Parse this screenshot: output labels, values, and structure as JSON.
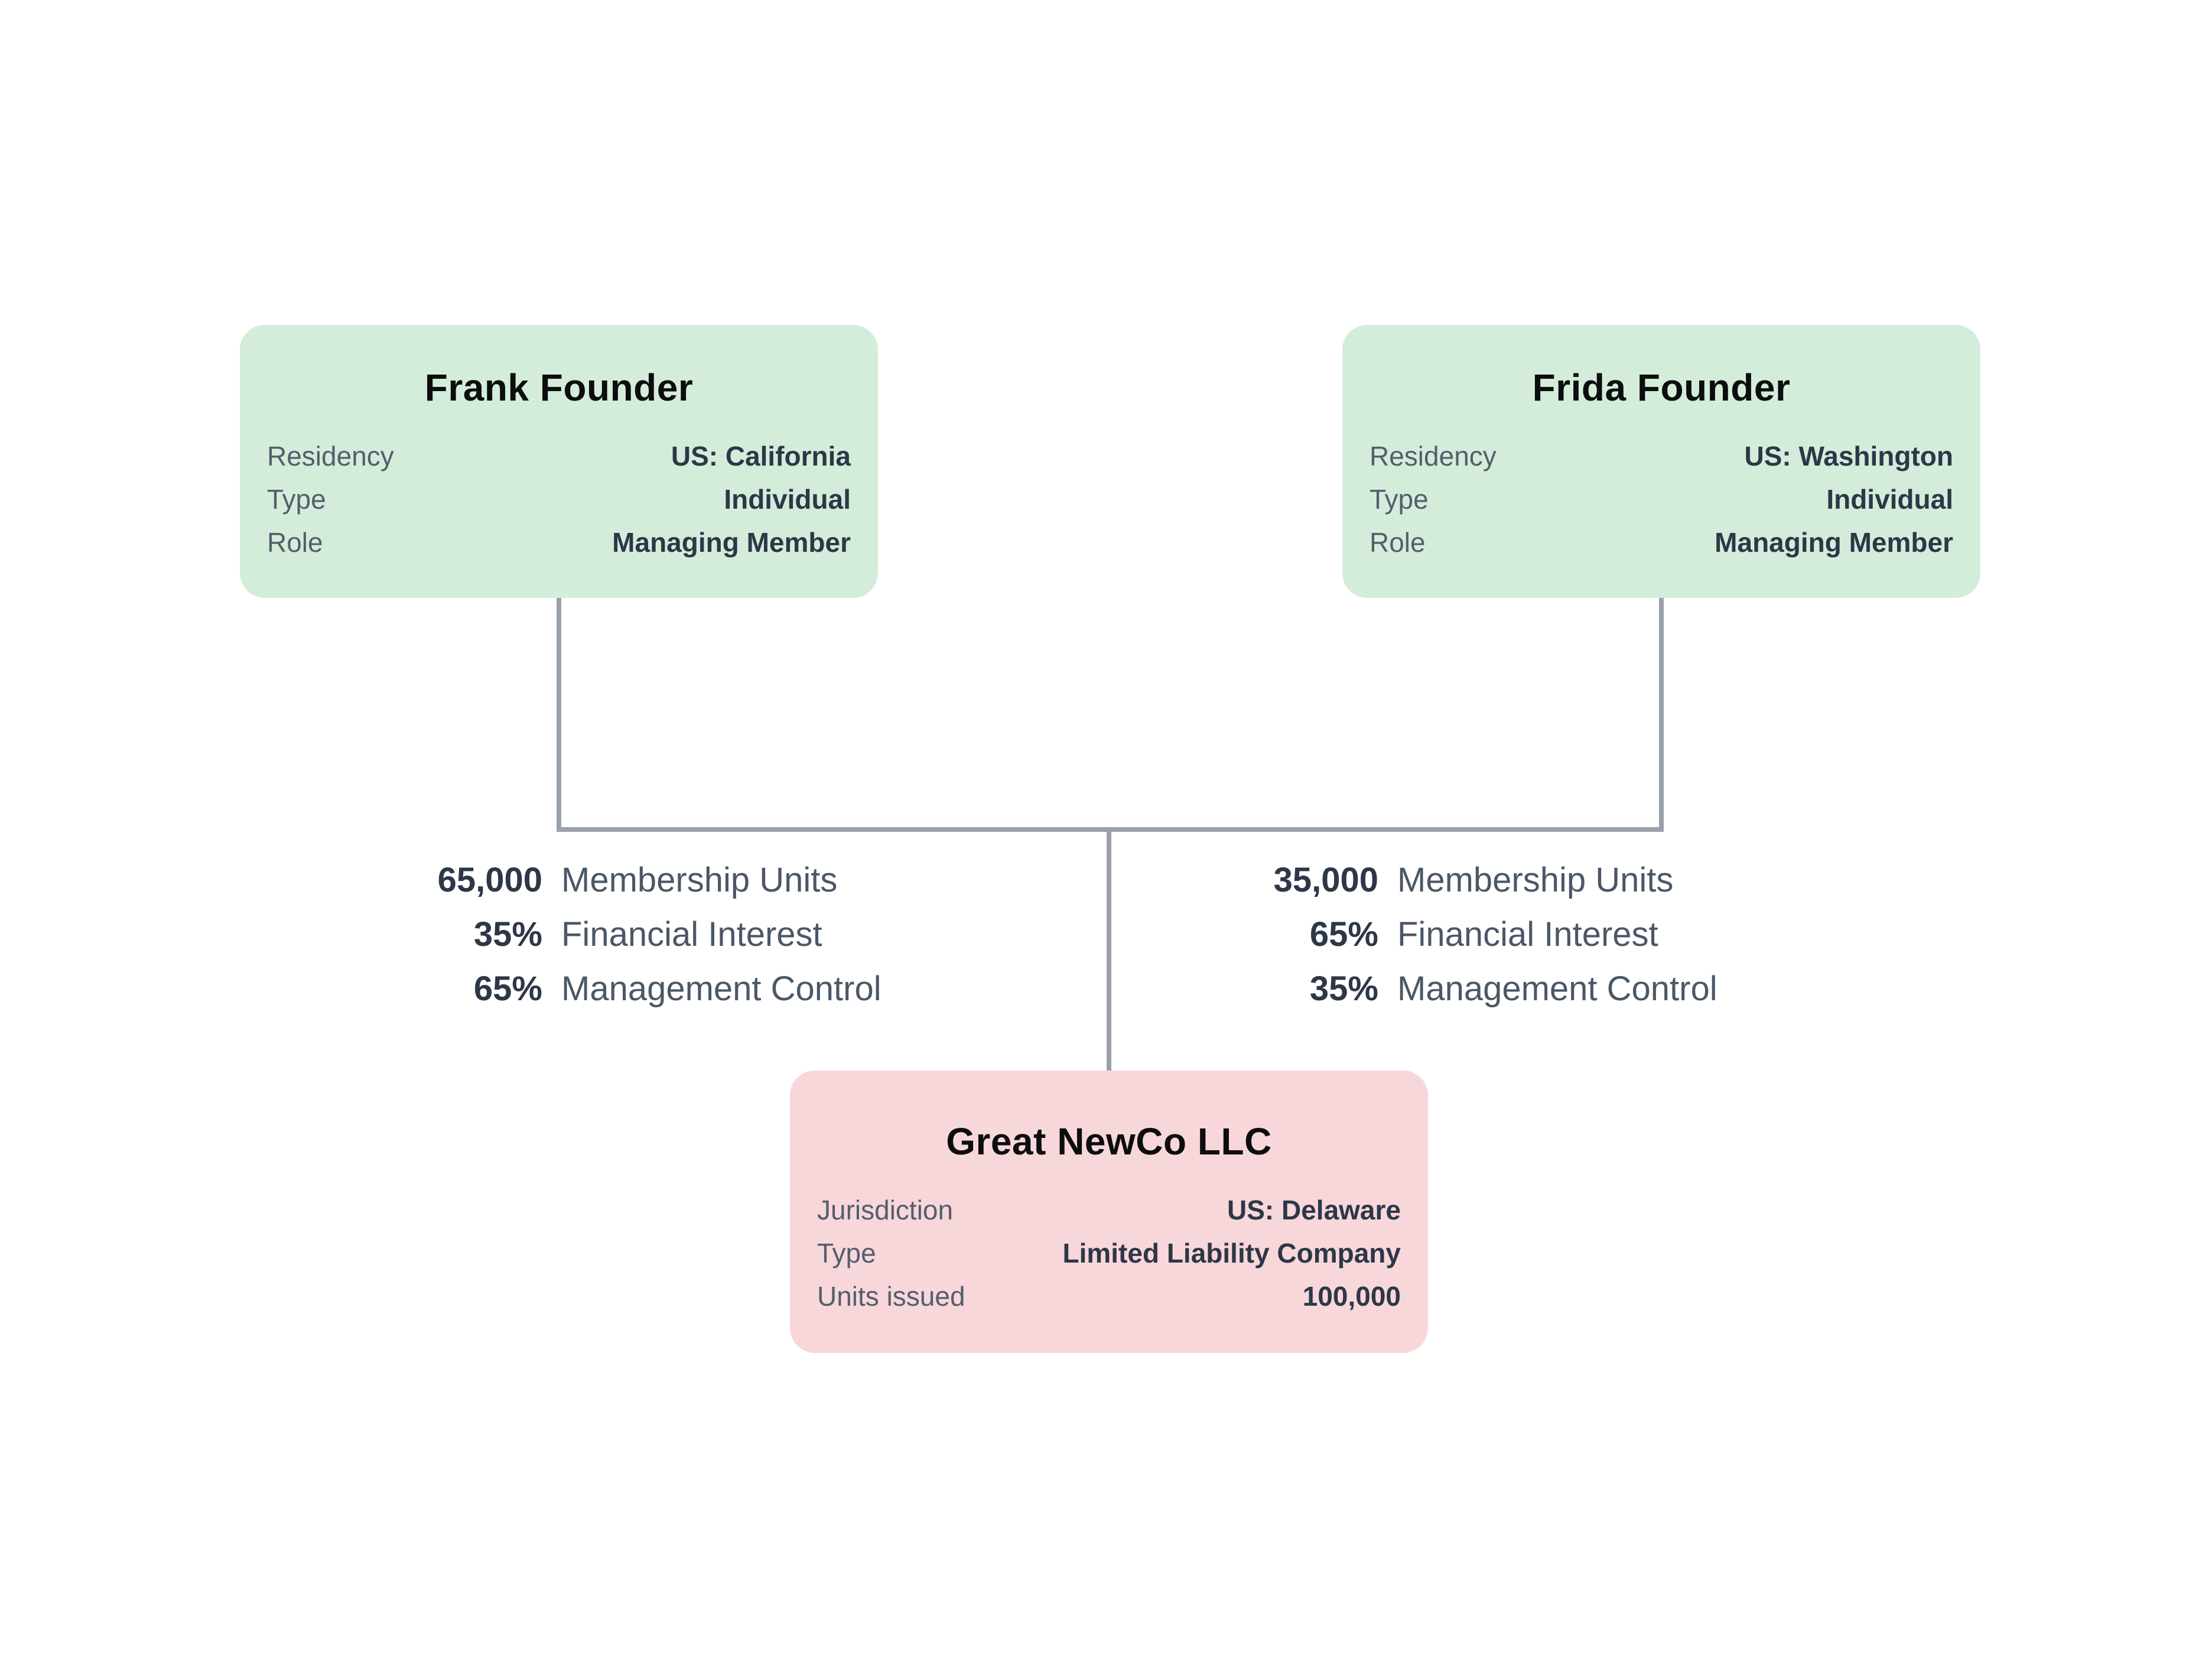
{
  "nodes": {
    "frank": {
      "title": "Frank Founder",
      "rows": [
        {
          "label": "Residency",
          "value": "US: California"
        },
        {
          "label": "Type",
          "value": "Individual"
        },
        {
          "label": "Role",
          "value": "Managing Member"
        }
      ]
    },
    "frida": {
      "title": "Frida Founder",
      "rows": [
        {
          "label": "Residency",
          "value": "US: Washington"
        },
        {
          "label": "Type",
          "value": "Individual"
        },
        {
          "label": "Role",
          "value": "Managing Member"
        }
      ]
    },
    "newco": {
      "title": "Great NewCo LLC",
      "rows": [
        {
          "label": "Jurisdiction",
          "value": "US: Delaware"
        },
        {
          "label": "Type",
          "value": "Limited Liability Company"
        },
        {
          "label": "Units issued",
          "value": "100,000"
        }
      ]
    }
  },
  "edges": {
    "frank_to_newco": {
      "rows": [
        {
          "value": "65,000",
          "label": "Membership Units"
        },
        {
          "value": "35%",
          "label": "Financial Interest"
        },
        {
          "value": "65%",
          "label": "Management Control"
        }
      ]
    },
    "frida_to_newco": {
      "rows": [
        {
          "value": "35,000",
          "label": "Membership Units"
        },
        {
          "value": "65%",
          "label": "Financial Interest"
        },
        {
          "value": "35%",
          "label": "Management Control"
        }
      ]
    }
  },
  "colors": {
    "founder_bg": "#d4edda",
    "company_bg": "#f8d7da",
    "connector": "#9aa1ab",
    "title_text": "#0c0d0e",
    "value_text": "#2d3748",
    "label_text": "#535e6d",
    "edge_label_text": "#4b5767",
    "background": "#ffffff"
  }
}
